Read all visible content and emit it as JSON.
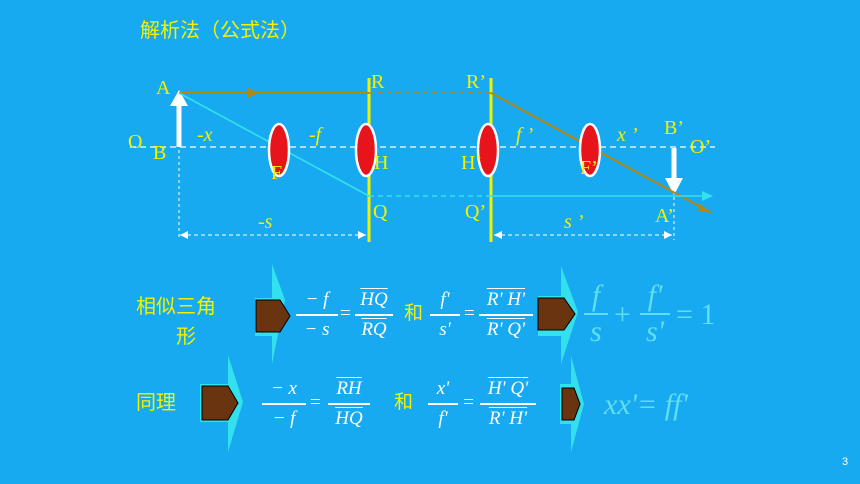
{
  "title": "解析法（公式法）",
  "diagram": {
    "labels": {
      "A": "A",
      "R": "R",
      "R2": "R’",
      "O": "O",
      "B": "B",
      "neg_x": "-x",
      "neg_f": "-f",
      "F": "F",
      "H": "H",
      "H2": "H’",
      "f2": "f ’",
      "F2": "F’",
      "x2": "x ’",
      "B2": "B’",
      "O2": "O’",
      "Q": "Q",
      "Q2": "Q’",
      "A2": "A’",
      "neg_s": "-s",
      "s2": "s ’"
    }
  },
  "row1": {
    "label": "相似三角形",
    "label_line1": "相似三角",
    "label_line2": "形",
    "frac1": {
      "num": "− f",
      "den": "− s"
    },
    "frac2": {
      "num": "HQ",
      "den": "RQ"
    },
    "conj": "和",
    "frac3": {
      "num": "f'",
      "den": "s'"
    },
    "frac4": {
      "num": "R' H'",
      "den": "R' Q'"
    },
    "eq": "=",
    "result": {
      "a_num": "f",
      "a_den": "s",
      "plus": "+",
      "b_num": "f'",
      "b_den": "s'",
      "rhs": "= 1"
    }
  },
  "row2": {
    "label": "同理",
    "frac1": {
      "num": "− x",
      "den": "− f"
    },
    "frac2": {
      "num": "RH",
      "den": "HQ"
    },
    "conj": "和",
    "frac3": {
      "num": "x'",
      "den": "f'"
    },
    "frac4": {
      "num": "H' Q'",
      "den": "R' H'"
    },
    "eq": "=",
    "result": "xx'= ff'"
  },
  "page_number": "3",
  "colors": {
    "background": "#18aaf0",
    "yellow": "#f2f200",
    "ray": "#b8860b",
    "lens": "#e8141c",
    "arrow_fill": "#6b3410",
    "cyan": "#33e0ee"
  }
}
